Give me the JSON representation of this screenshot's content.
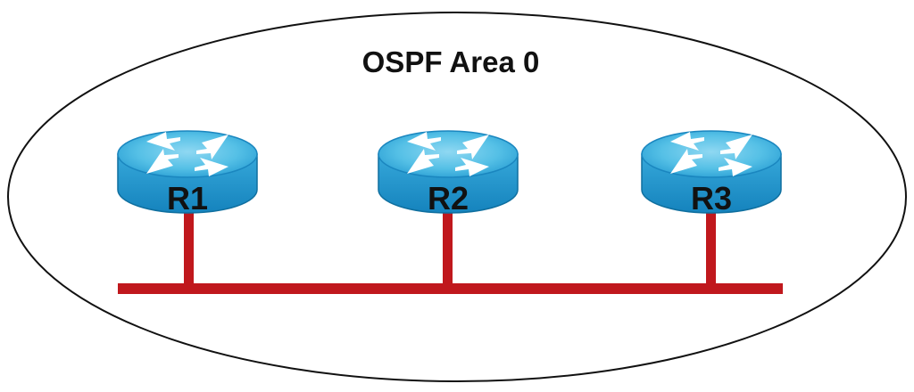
{
  "diagram": {
    "area": {
      "title": "OSPF Area 0"
    },
    "routers": [
      {
        "label": "R1"
      },
      {
        "label": "R2"
      },
      {
        "label": "R3"
      }
    ],
    "colors": {
      "link": "#c0181d",
      "router_top": "#48b9e2",
      "router_side": "#1b8bc6",
      "router_rim": "#0f6f9f",
      "arrows": "#ffffff",
      "area_outline": "#111111",
      "background": "#ffffff"
    },
    "icons": {
      "router": "router-icon"
    }
  }
}
